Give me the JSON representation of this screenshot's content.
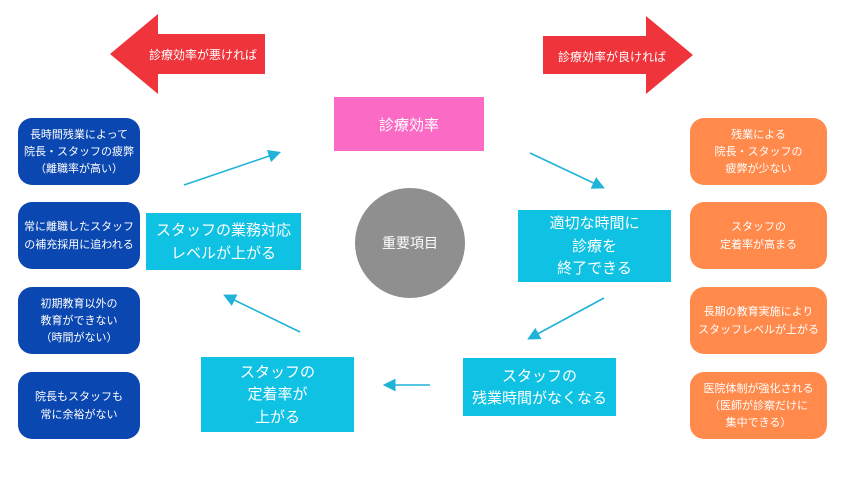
{
  "left_arrow": {
    "label": "診療効率が悪ければ",
    "color": "#f0343b"
  },
  "right_arrow": {
    "label": "診療効率が良ければ",
    "color": "#f0343b"
  },
  "center_top": "診療効率",
  "center_circle": "重要項目",
  "cycle": {
    "right": "適切な時間に\n診療を\n終了できる",
    "bottom_right": "スタッフの\n残業時間がなくなる",
    "bottom_left": "スタッフの\n定着率が\n上がる",
    "left": "スタッフの業務対応\nレベルが上がる"
  },
  "left_items": [
    "長時間残業によって\n院長・スタッフの疲弊\n（離職率が高い）",
    "常に離職したスタッフ\nの補充採用に追われる",
    "初期教育以外の\n教育ができない\n（時間がない）",
    "院長もスタッフも\n常に余裕がない"
  ],
  "right_items": [
    "残業による\n院長・スタッフの\n疲弊が少ない",
    "スタッフの\n定着率が高まる",
    "長期の教育実施により\nスタッフレベルが上がる",
    "医院体制が強化される\n（医師が診察だけに\n集中できる）"
  ],
  "colors": {
    "pink": "#fb6bc6",
    "cyan": "#0fc2e3",
    "navy": "#0b47b0",
    "orange": "#ff8a4c",
    "gray": "#8f8f8f"
  }
}
